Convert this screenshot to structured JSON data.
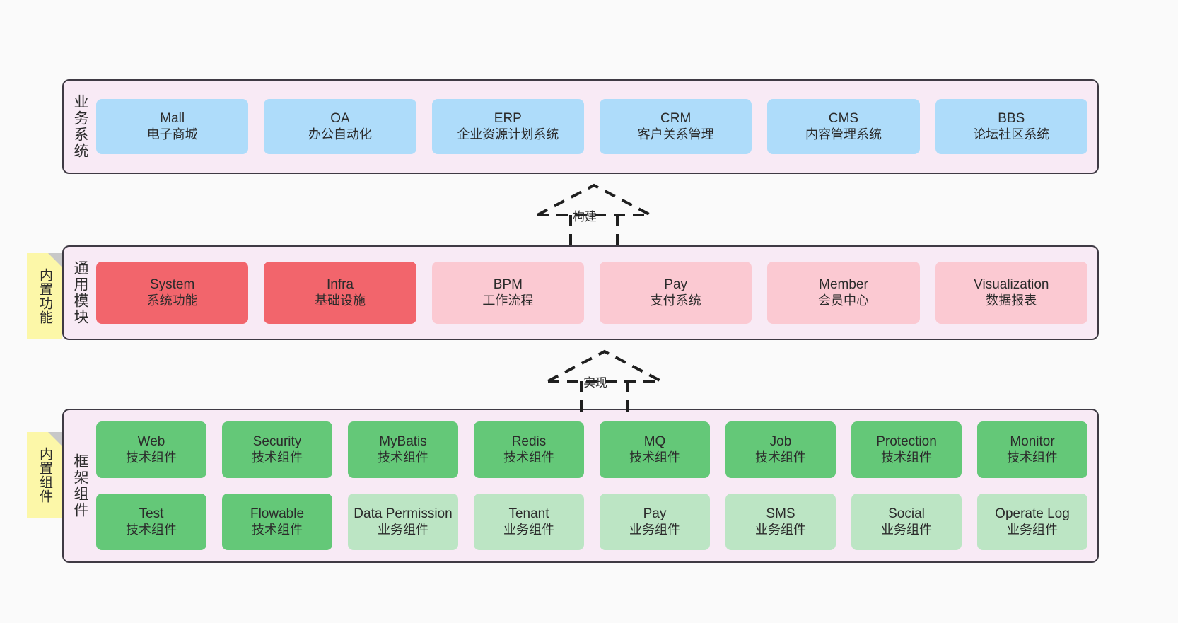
{
  "diagram": {
    "background_color": "#FAFAFA",
    "panel_background": "#F8EAF5",
    "panel_border": "#3F3A44",
    "colors": {
      "blue": "#AEDCFA",
      "red": "#F2656C",
      "pink": "#FBC9D2",
      "green": "#64C878",
      "light_green": "#BCE5C4",
      "note_yellow": "#FCF7A8",
      "note_fold": "#C8C8C8"
    }
  },
  "layers": [
    {
      "id": "business-systems",
      "title": "业务系统",
      "rows": [
        {
          "boxes": [
            {
              "name": "Mall",
              "sub": "电子商城",
              "style": "blue"
            },
            {
              "name": "OA",
              "sub": "办公自动化",
              "style": "blue"
            },
            {
              "name": "ERP",
              "sub": "企业资源计划系统",
              "style": "blue"
            },
            {
              "name": "CRM",
              "sub": "客户关系管理",
              "style": "blue"
            },
            {
              "name": "CMS",
              "sub": "内容管理系统",
              "style": "blue"
            },
            {
              "name": "BBS",
              "sub": "论坛社区系统",
              "style": "blue"
            }
          ]
        }
      ]
    },
    {
      "id": "common-modules",
      "title": "通用模块",
      "note": "内置功能",
      "rows": [
        {
          "boxes": [
            {
              "name": "System",
              "sub": "系统功能",
              "style": "red"
            },
            {
              "name": "Infra",
              "sub": "基础设施",
              "style": "red"
            },
            {
              "name": "BPM",
              "sub": "工作流程",
              "style": "pink"
            },
            {
              "name": "Pay",
              "sub": "支付系统",
              "style": "pink"
            },
            {
              "name": "Member",
              "sub": "会员中心",
              "style": "pink"
            },
            {
              "name": "Visualization",
              "sub": "数据报表",
              "style": "pink"
            }
          ]
        }
      ]
    },
    {
      "id": "framework-components",
      "title": "框架组件",
      "note": "内置组件",
      "rows": [
        {
          "boxes": [
            {
              "name": "Web",
              "sub": "技术组件",
              "style": "green"
            },
            {
              "name": "Security",
              "sub": "技术组件",
              "style": "green"
            },
            {
              "name": "MyBatis",
              "sub": "技术组件",
              "style": "green"
            },
            {
              "name": "Redis",
              "sub": "技术组件",
              "style": "green"
            },
            {
              "name": "MQ",
              "sub": "技术组件",
              "style": "green"
            },
            {
              "name": "Job",
              "sub": "技术组件",
              "style": "green"
            },
            {
              "name": "Protection",
              "sub": "技术组件",
              "style": "green"
            },
            {
              "name": "Monitor",
              "sub": "技术组件",
              "style": "green"
            }
          ]
        },
        {
          "boxes": [
            {
              "name": "Test",
              "sub": "技术组件",
              "style": "green"
            },
            {
              "name": "Flowable",
              "sub": "技术组件",
              "style": "green"
            },
            {
              "name": "Data Permission",
              "sub": "业务组件",
              "style": "lightgreen"
            },
            {
              "name": "Tenant",
              "sub": "业务组件",
              "style": "lightgreen"
            },
            {
              "name": "Pay",
              "sub": "业务组件",
              "style": "lightgreen"
            },
            {
              "name": "SMS",
              "sub": "业务组件",
              "style": "lightgreen"
            },
            {
              "name": "Social",
              "sub": "业务组件",
              "style": "lightgreen"
            },
            {
              "name": "Operate Log",
              "sub": "业务组件",
              "style": "lightgreen"
            }
          ]
        }
      ]
    }
  ],
  "connectors": [
    {
      "id": "build",
      "label": "构建",
      "from": "common-modules",
      "to": "business-systems"
    },
    {
      "id": "implement",
      "label": "实现",
      "from": "framework-components",
      "to": "common-modules"
    }
  ]
}
